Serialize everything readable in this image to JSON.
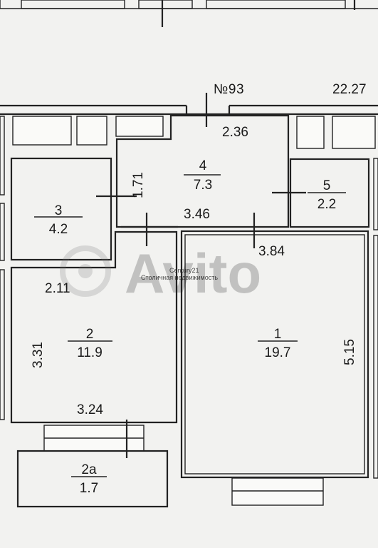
{
  "apartment": {
    "number": "№93",
    "total_area": "22.27"
  },
  "rooms": [
    {
      "id": "room-1",
      "number": "1",
      "area": "19.7"
    },
    {
      "id": "room-2",
      "number": "2",
      "area": "11.9"
    },
    {
      "id": "room-2a",
      "number": "2a",
      "area": "1.7"
    },
    {
      "id": "room-3",
      "number": "3",
      "area": "4.2"
    },
    {
      "id": "room-4",
      "number": "4",
      "area": "7.3"
    },
    {
      "id": "room-5",
      "number": "5",
      "area": "2.2"
    }
  ],
  "dimensions": {
    "d_2_36": "2.36",
    "d_1_71": "1.71",
    "d_3_46": "3.46",
    "d_3_84": "3.84",
    "d_2_11": "2.11",
    "d_3_31": "3.31",
    "d_5_15": "5.15",
    "d_3_24": "3.24"
  },
  "watermark": {
    "brand": "Avito",
    "text_line1": "Century21",
    "text_line2": "Столичная недвижимость"
  },
  "colors": {
    "background": "#f2f2f0",
    "lines": "#222222"
  }
}
